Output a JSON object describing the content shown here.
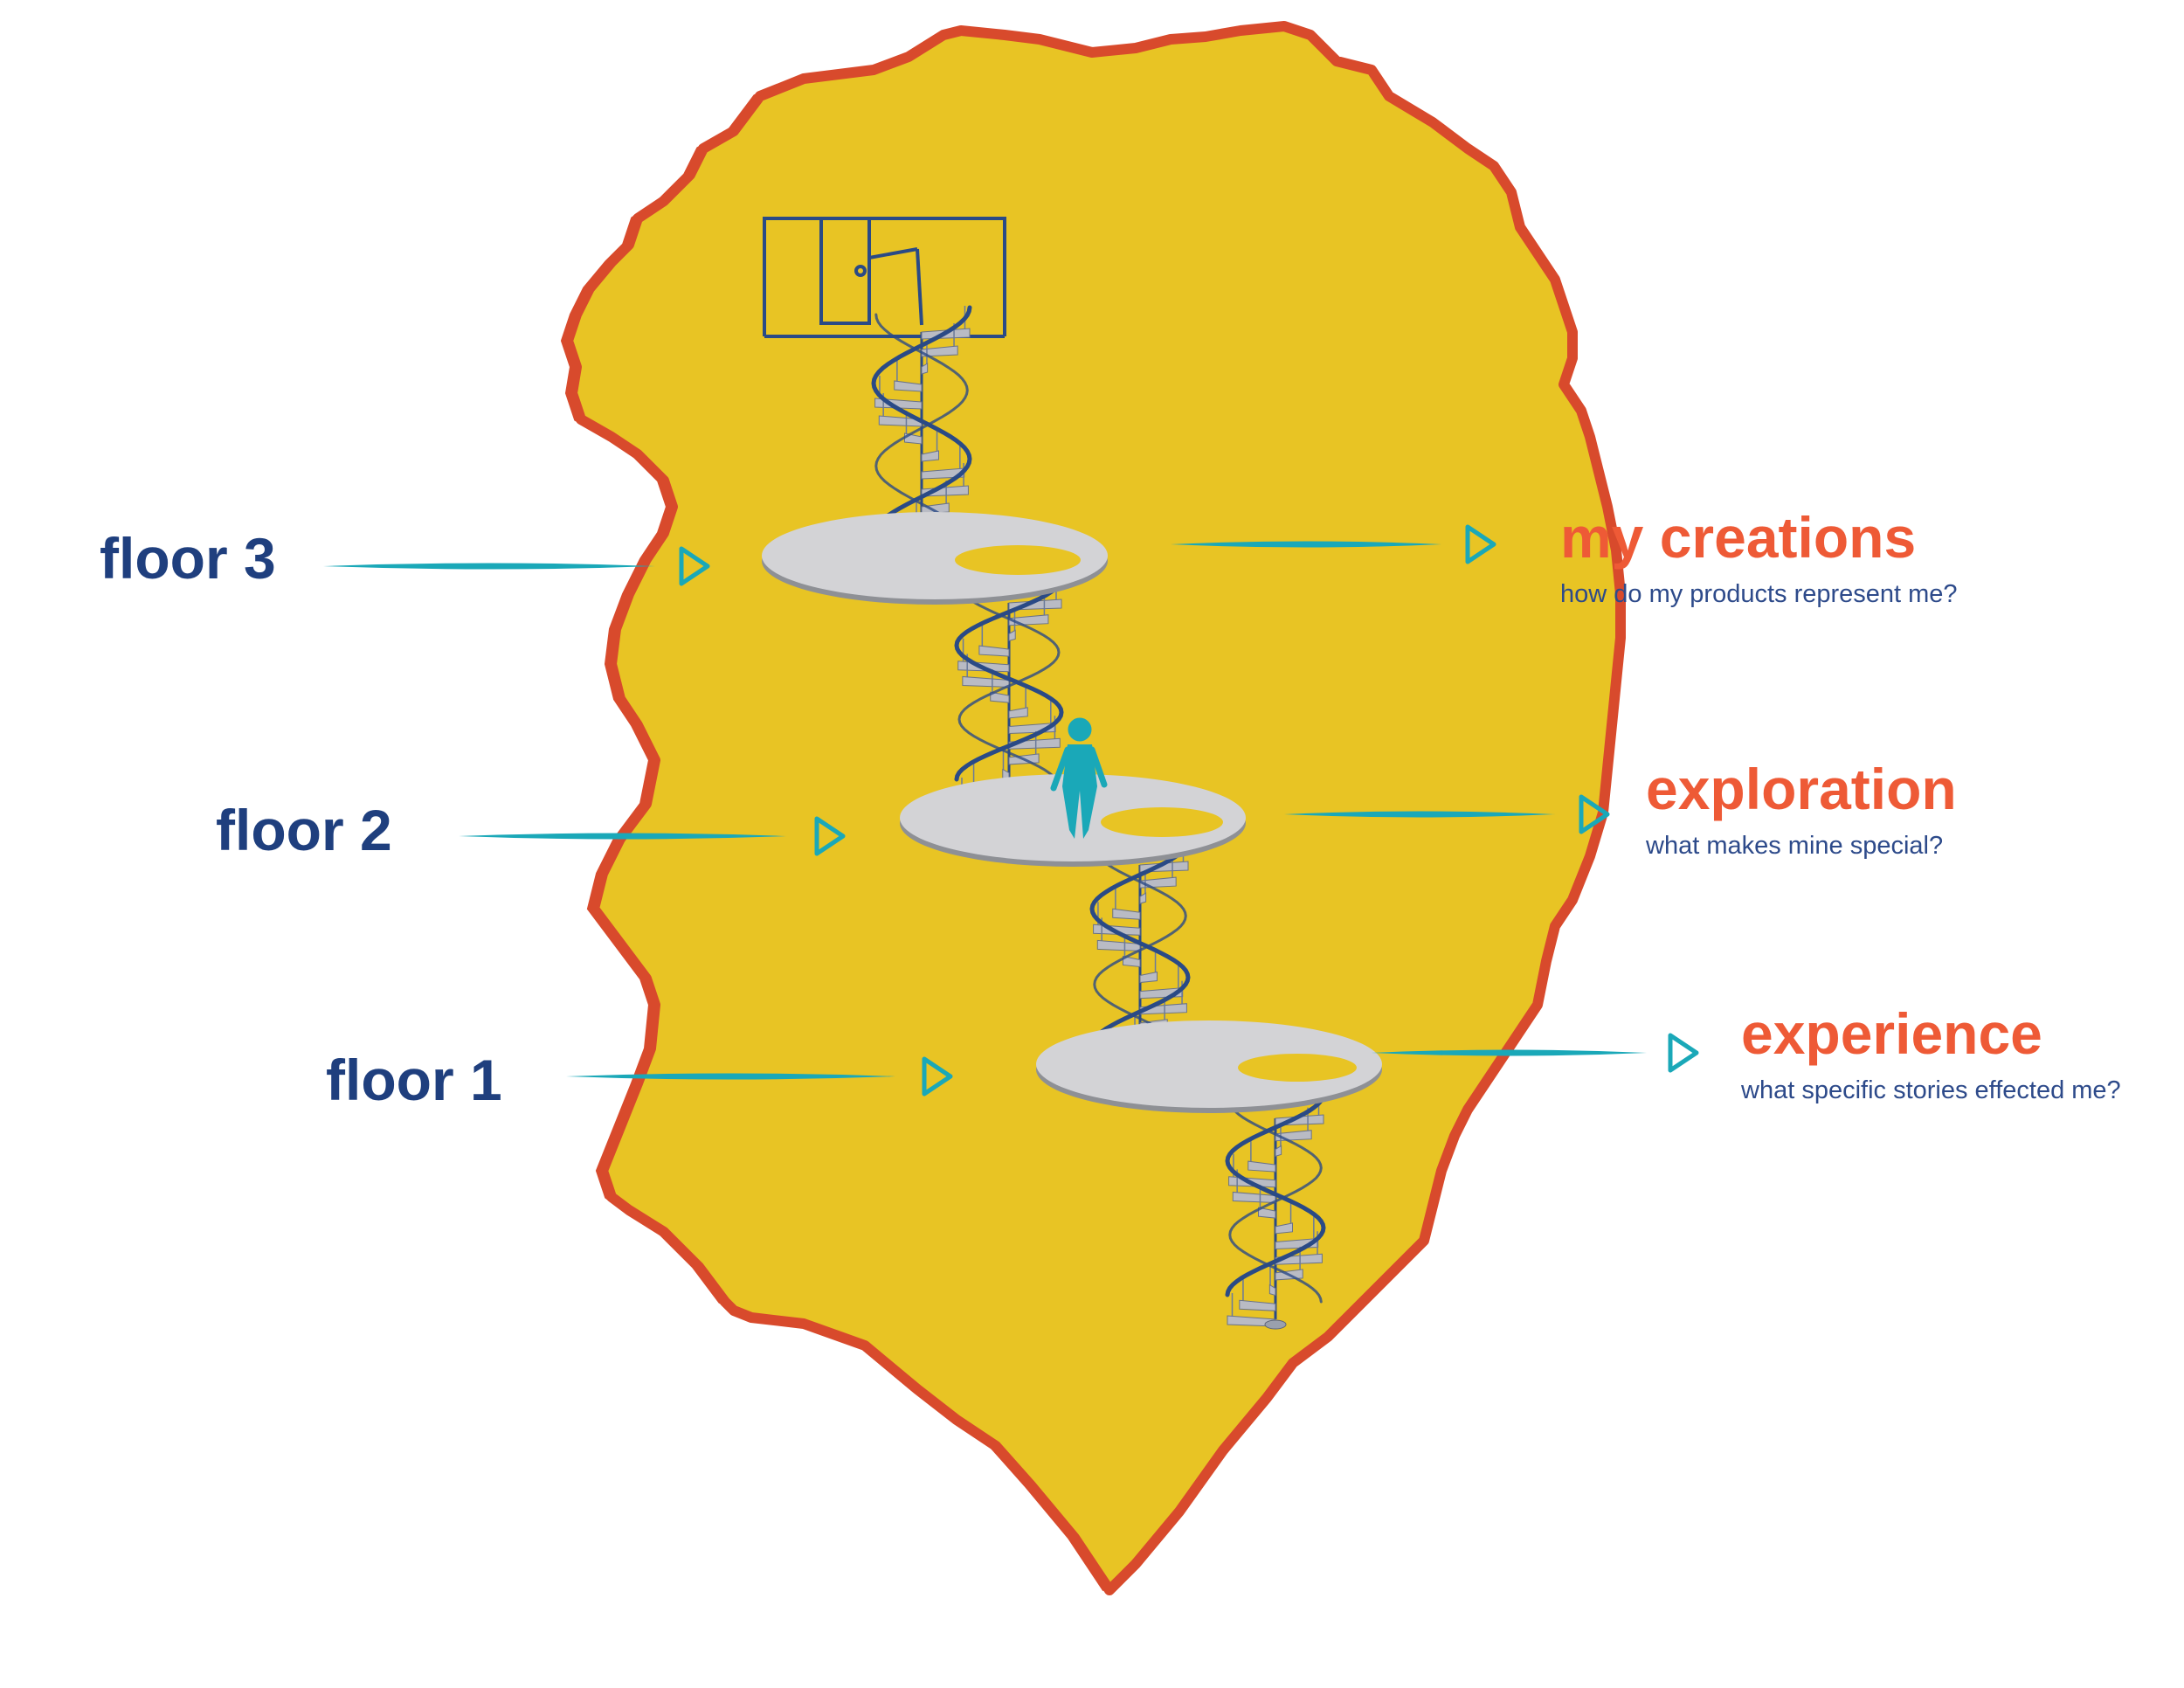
{
  "colors": {
    "head_fill": "#e8c424",
    "head_outline": "#d84a2c",
    "floor_label": "#1f3f7e",
    "topic_title": "#ee5a36",
    "topic_subtitle": "#2d4a8a",
    "arrow": "#1aa8b8",
    "stair": "#2a4a86",
    "platform": "#d3d3d6"
  },
  "floors": [
    {
      "label": "floor 3",
      "title": "my creations",
      "subtitle": "how do my products represent me?"
    },
    {
      "label": "floor 2",
      "title": "exploration",
      "subtitle": "what makes mine special?"
    },
    {
      "label": "floor 1",
      "title": "experience",
      "subtitle": "what specific stories effected me?"
    }
  ],
  "icons": [
    "door-icon",
    "person-icon",
    "spiral-staircase-icon",
    "arrow-right-icon"
  ]
}
